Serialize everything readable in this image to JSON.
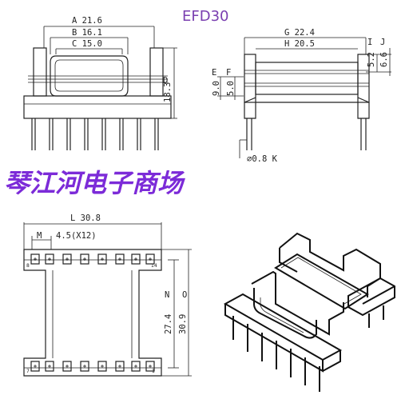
{
  "title": "EFD30",
  "watermark": "琴江河电子商场",
  "front_view": {
    "dims": {
      "A": "A 21.6",
      "B": "B 16.1",
      "C": "C 15.0",
      "D": "D",
      "D_val": "18.3"
    }
  },
  "side_view": {
    "dims": {
      "G": "G 22.4",
      "H": "H 20.5",
      "I": "I",
      "J": "J",
      "I_val": "5.2",
      "J_val": "6.6",
      "E": "E",
      "F": "F",
      "E_val": "9.0",
      "F_val": "5.0",
      "K": "⌀0.8 K"
    }
  },
  "bottom_view": {
    "dims": {
      "L": "L 30.8",
      "M": "M",
      "M_val": "4.5(X12)",
      "N": "N",
      "O": "O",
      "N_val": "27.4",
      "O_val": "30.9"
    },
    "pins": {
      "p8": "8",
      "p14": "14",
      "p7": "7",
      "p1": "1"
    }
  },
  "colors": {
    "title": "#7a3fb0",
    "brand": "#7c2bd8",
    "line": "#222222"
  }
}
